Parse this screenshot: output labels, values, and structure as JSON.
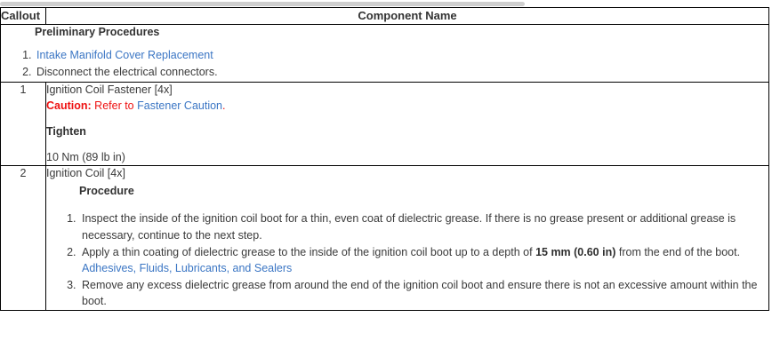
{
  "table": {
    "headers": {
      "callout": "Callout",
      "component_name": "Component Name"
    },
    "preliminary": {
      "heading": "Preliminary Procedures",
      "items": [
        {
          "text": "Intake Manifold Cover Replacement",
          "is_link": true
        },
        {
          "text": "Disconnect the electrical connectors.",
          "is_link": false
        }
      ]
    },
    "rows": [
      {
        "callout": "1",
        "component": "Ignition Coil Fastener [4x]",
        "caution_label": "Caution:",
        "caution_text": "Refer to",
        "caution_link": "Fastener Caution",
        "caution_period": ".",
        "tighten_label": "Tighten",
        "torque": "10 Nm  (89 lb in)"
      },
      {
        "callout": "2",
        "component": "Ignition Coil [4x]",
        "procedure_heading": "Procedure",
        "steps": {
          "step1": "Inspect the inside of the ignition coil boot for a thin, even coat of dielectric grease. If there is no grease present or additional grease is necessary, continue to the next step.",
          "step2_a": "Apply a thin coating of dielectric grease to the inside of the ignition coil boot up to a depth of ",
          "step2_bold": "15 mm (0.60 in)",
          "step2_b": " from the end of the boot. ",
          "step2_link": "Adhesives, Fluids, Lubricants, and Sealers",
          "step3": "Remove any excess dielectric grease from around the end of the ignition coil boot and ensure there is not an excessive amount within the boot."
        }
      }
    ]
  },
  "colors": {
    "caution_red": "#ee1111",
    "link_blue": "#3b76c4",
    "text": "#3a3a3a",
    "border": "#000000"
  }
}
